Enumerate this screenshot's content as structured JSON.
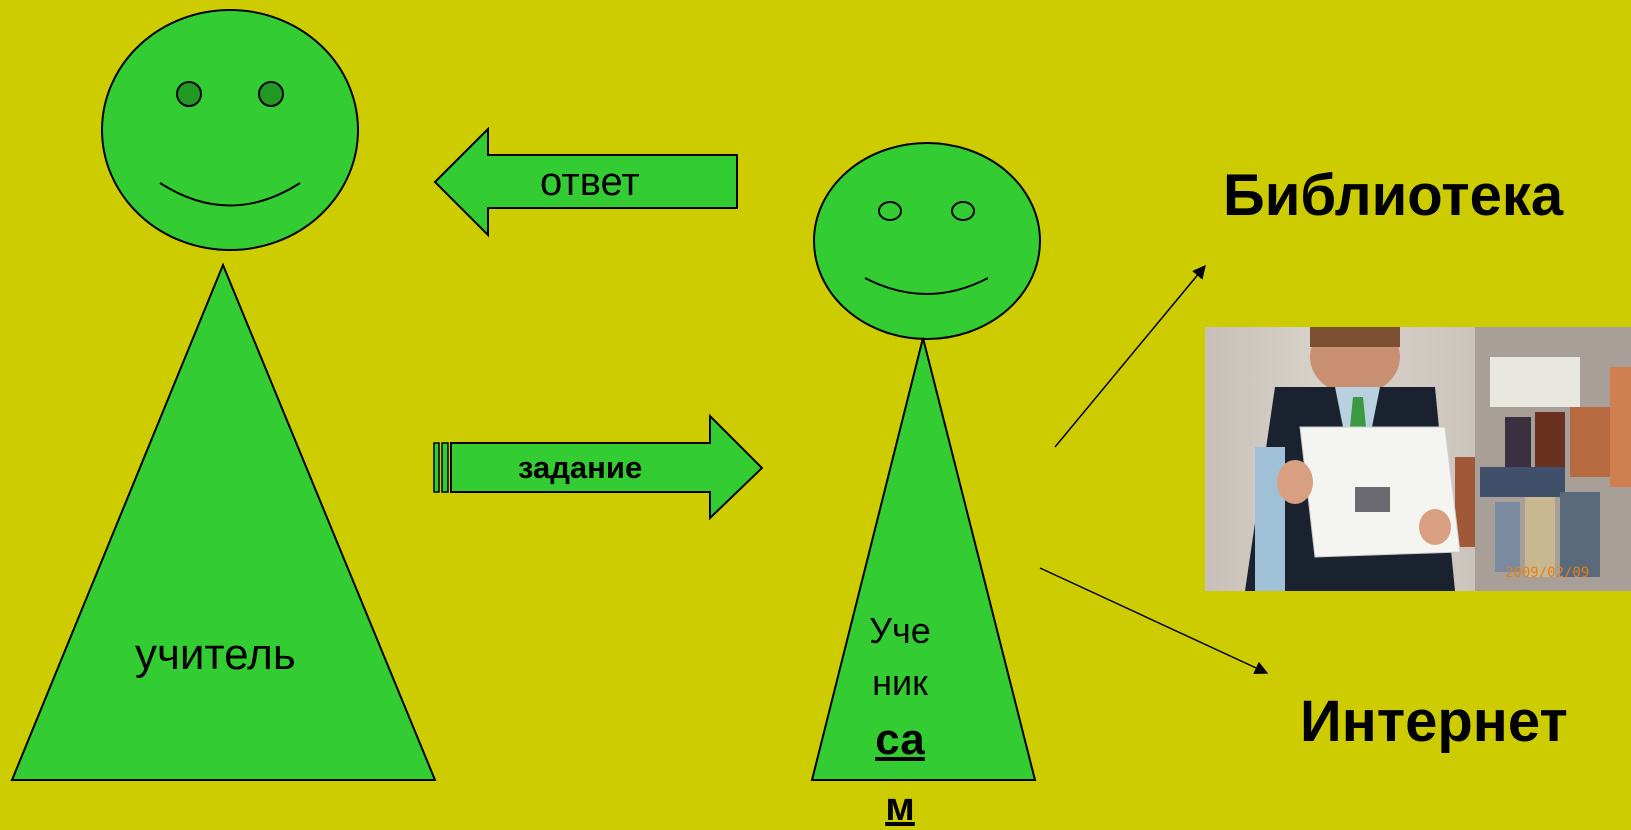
{
  "colors": {
    "background": "#cccc00",
    "figure_fill": "#33cc33",
    "eye_fill": "#229922",
    "stroke": "#000000"
  },
  "figures": {
    "teacher": {
      "label": "учитель"
    },
    "student": {
      "label_lines": [
        "Уче",
        "ник",
        "са",
        "м"
      ]
    }
  },
  "arrows": {
    "answer": {
      "label": "ответ",
      "direction": "left"
    },
    "task": {
      "label": "задание",
      "direction": "right"
    }
  },
  "resources": {
    "library": "Библиотека",
    "internet": "Интернет"
  },
  "photo": {
    "subject": "boy-reading-paper-in-library"
  }
}
